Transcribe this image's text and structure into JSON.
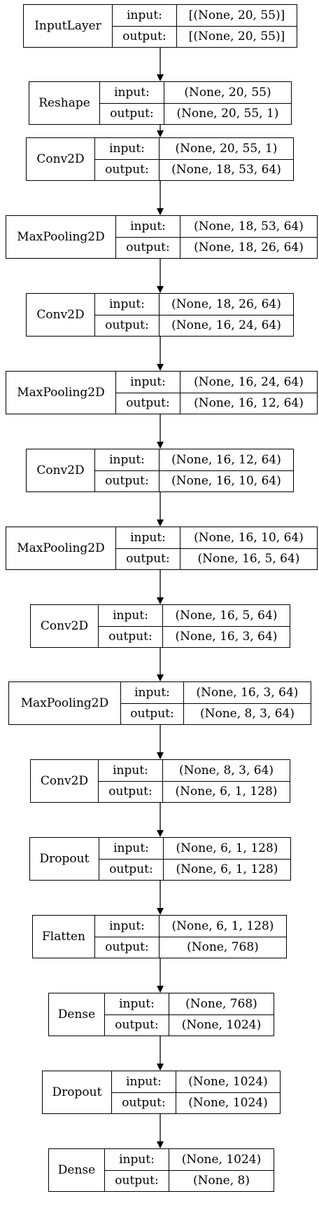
{
  "labels": {
    "input": "input:",
    "output": "output:"
  },
  "layers": [
    {
      "name": "InputLayer",
      "input": "[(None, 20, 55)]",
      "output": "[(None, 20, 55)]"
    },
    {
      "name": "Reshape",
      "input": "(None, 20, 55)",
      "output": "(None, 20, 55, 1)"
    },
    {
      "name": "Conv2D",
      "input": "(None, 20, 55, 1)",
      "output": "(None, 18, 53, 64)"
    },
    {
      "name": "MaxPooling2D",
      "input": "(None, 18, 53, 64)",
      "output": "(None, 18, 26, 64)"
    },
    {
      "name": "Conv2D",
      "input": "(None, 18, 26, 64)",
      "output": "(None, 16, 24, 64)"
    },
    {
      "name": "MaxPooling2D",
      "input": "(None, 16, 24, 64)",
      "output": "(None, 16, 12, 64)"
    },
    {
      "name": "Conv2D",
      "input": "(None, 16, 12, 64)",
      "output": "(None, 16, 10, 64)"
    },
    {
      "name": "MaxPooling2D",
      "input": "(None, 16, 10, 64)",
      "output": "(None, 16, 5, 64)"
    },
    {
      "name": "Conv2D",
      "input": "(None, 16, 5, 64)",
      "output": "(None, 16, 3, 64)"
    },
    {
      "name": "MaxPooling2D",
      "input": "(None, 16, 3, 64)",
      "output": "(None, 8, 3, 64)"
    },
    {
      "name": "Conv2D",
      "input": "(None, 8, 3, 64)",
      "output": "(None, 6, 1, 128)"
    },
    {
      "name": "Dropout",
      "input": "(None, 6, 1, 128)",
      "output": "(None, 6, 1, 128)"
    },
    {
      "name": "Flatten",
      "input": "(None, 6, 1, 128)",
      "output": "(None, 768)"
    },
    {
      "name": "Dense",
      "input": "(None, 768)",
      "output": "(None, 1024)"
    },
    {
      "name": "Dropout",
      "input": "(None, 1024)",
      "output": "(None, 1024)"
    },
    {
      "name": "Dense",
      "input": "(None, 1024)",
      "output": "(None, 8)"
    }
  ]
}
